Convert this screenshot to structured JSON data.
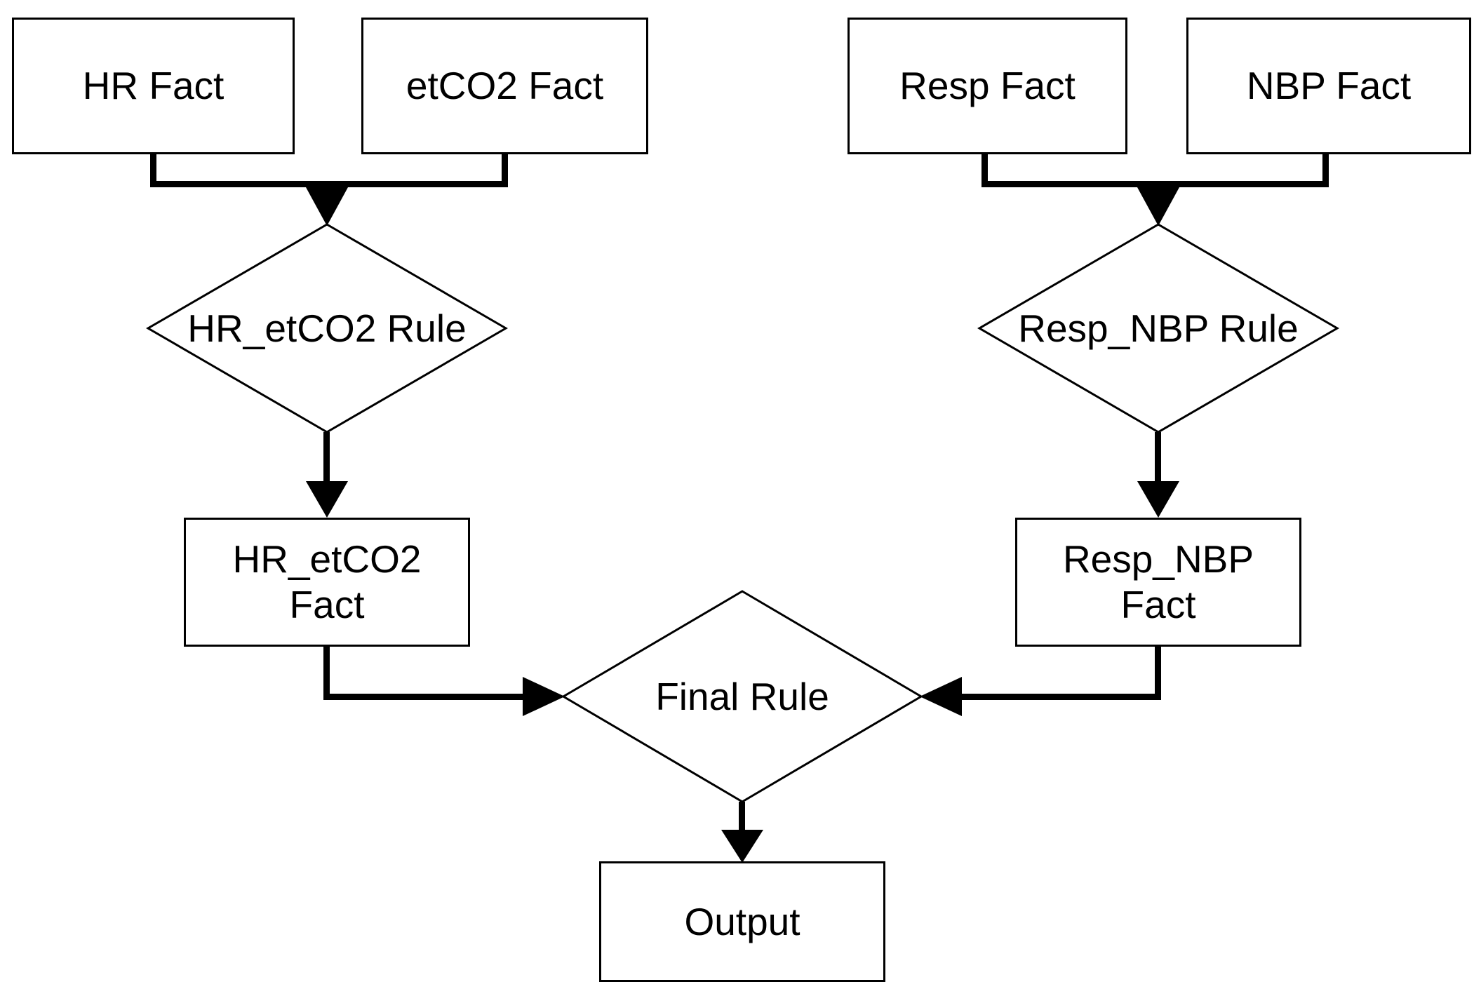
{
  "nodes": {
    "hr_fact": {
      "label": "HR Fact"
    },
    "etco2_fact": {
      "label": "etCO2 Fact"
    },
    "resp_fact": {
      "label": "Resp Fact"
    },
    "nbp_fact": {
      "label": "NBP Fact"
    },
    "hr_etco2_rule": {
      "label": "HR_etCO2 Rule"
    },
    "resp_nbp_rule": {
      "label": "Resp_NBP Rule"
    },
    "hr_etco2_fact": {
      "line1": "HR_etCO2",
      "line2": "Fact"
    },
    "resp_nbp_fact": {
      "line1": "Resp_NBP",
      "line2": "Fact"
    },
    "final_rule": {
      "label": "Final Rule"
    },
    "output": {
      "label": "Output"
    }
  },
  "edges": [
    {
      "from": "HR Fact",
      "to": "HR_etCO2 Rule"
    },
    {
      "from": "etCO2 Fact",
      "to": "HR_etCO2 Rule"
    },
    {
      "from": "HR_etCO2 Rule",
      "to": "HR_etCO2 Fact"
    },
    {
      "from": "Resp Fact",
      "to": "Resp_NBP Rule"
    },
    {
      "from": "NBP Fact",
      "to": "Resp_NBP Rule"
    },
    {
      "from": "Resp_NBP Rule",
      "to": "Resp_NBP Fact"
    },
    {
      "from": "HR_etCO2 Fact",
      "to": "Final Rule"
    },
    {
      "from": "Resp_NBP Fact",
      "to": "Final Rule"
    },
    {
      "from": "Final Rule",
      "to": "Output"
    }
  ],
  "colors": {
    "line": "#000000",
    "shape_fill": "#ffffff",
    "text": "#000000",
    "background": "#ffffff"
  }
}
